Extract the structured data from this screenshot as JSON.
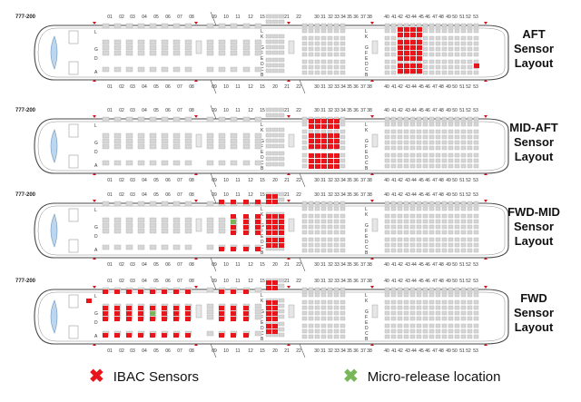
{
  "aircraft_model": "777-200",
  "column_numbers": [
    "01",
    "02",
    "03",
    "04",
    "05",
    "06",
    "07",
    "08",
    "09",
    "10",
    "11",
    "12",
    "15",
    "20",
    "21",
    "22",
    "30",
    "31",
    "32",
    "33",
    "34",
    "35",
    "36",
    "37",
    "38",
    "40",
    "41",
    "42",
    "43",
    "44",
    "45",
    "46",
    "47",
    "48",
    "49",
    "50",
    "51",
    "52",
    "53"
  ],
  "row_letters": {
    "left": [
      "L",
      "G",
      "D",
      "A"
    ],
    "door_left": [
      "L",
      "K",
      "J"
    ],
    "door_mid": [
      "G",
      "F",
      "E",
      "D"
    ],
    "door_bottom": [
      "C",
      "B",
      "A"
    ]
  },
  "layouts": [
    {
      "id": "aft",
      "label_lines": [
        "AFT",
        "Sensor",
        "Layout"
      ]
    },
    {
      "id": "mid-aft",
      "label_lines": [
        "MID-AFT",
        "Sensor",
        "Layout"
      ]
    },
    {
      "id": "fwd-mid",
      "label_lines": [
        "FWD-MID",
        "Sensor",
        "Layout"
      ]
    },
    {
      "id": "fwd",
      "label_lines": [
        "FWD",
        "Sensor",
        "Layout"
      ]
    }
  ],
  "legend": {
    "ibac": {
      "label": "IBAC Sensors",
      "color": "#e8161b"
    },
    "micro": {
      "label": "Micro-release location",
      "color": "#78b65a"
    }
  }
}
